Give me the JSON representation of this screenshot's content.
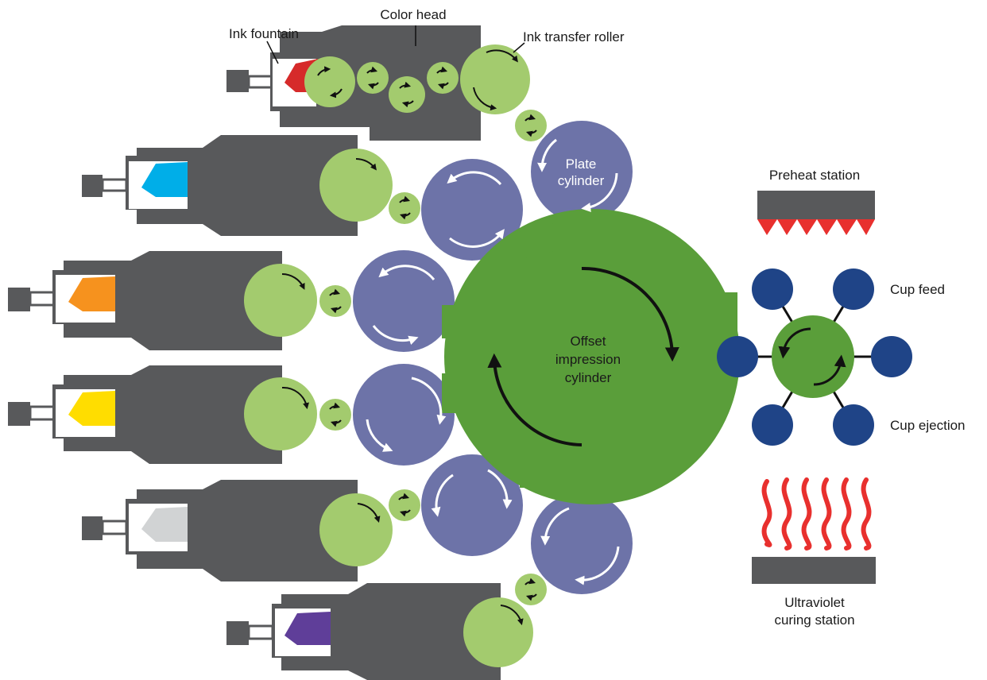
{
  "labels": {
    "color_head": "Color head",
    "ink_fountain": "Ink fountain",
    "ink_transfer_roller": "Ink transfer roller",
    "plate_cylinder_line1": "Plate",
    "plate_cylinder_line2": "cylinder",
    "offset_line1": "Offset",
    "offset_line2": "impression",
    "offset_line3": "cylinder",
    "preheat_station": "Preheat station",
    "cup_feed": "Cup feed",
    "cup_ejection": "Cup ejection",
    "uv_line1": "Ultraviolet",
    "uv_line2": "curing station"
  },
  "colors": {
    "head": "#58595b",
    "roller_green": "#a3cb6e",
    "plate_purple": "#6d73a8",
    "offset_green": "#5a9e3a",
    "cup_blue": "#1f4487",
    "heat_red": "#e8302e",
    "inks": [
      "#d62a2a",
      "#00aee8",
      "#f6921e",
      "#ffdd00",
      "#d1d3d4",
      "#5f3e99"
    ]
  },
  "print_stations": [
    {
      "ink_name": "red-ink"
    },
    {
      "ink_name": "cyan-ink"
    },
    {
      "ink_name": "orange-ink"
    },
    {
      "ink_name": "yellow-ink"
    },
    {
      "ink_name": "gray-ink"
    },
    {
      "ink_name": "purple-ink"
    }
  ]
}
